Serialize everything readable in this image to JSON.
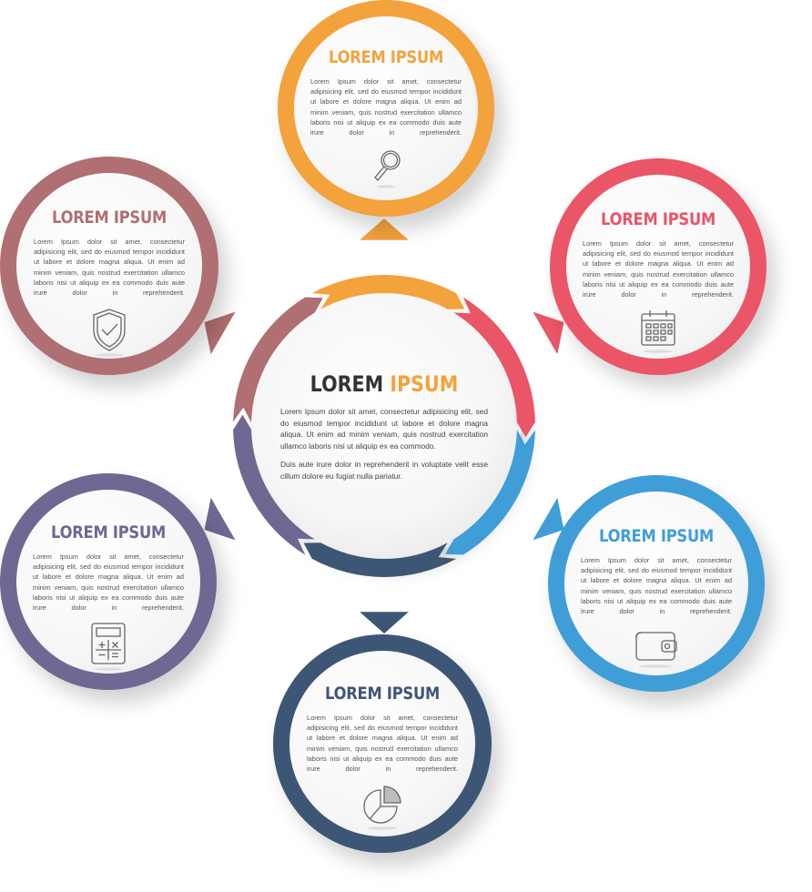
{
  "center": {
    "title_part1": "LOREM",
    "title_part2": "IPSUM",
    "paragraph1": "Lorem Ipsum dolor sit amet, consectetur adipisicing elit, sed do eiusmod tempor incididunt ut labore et dolore magna aliqua. Ut enim ad minim veniam, quis nostrud exercitation ullamco laboris nisi ut aliquip ex ea commodo.",
    "paragraph2": "Duis aute irure dolor in reprehenderit in voluptate velit esse cillum dolore eu fugiat nulla pariatur."
  },
  "nodes": [
    {
      "id": "top",
      "title": "LOREM IPSUM",
      "color": "#f3a23c",
      "icon": "magnifier-icon",
      "text": "Lorem Ipsum dolor sit amet, consectetur adipisicing elit, sed do eiusmod tempor incididunt ut labore et dolore magna aliqua. Ut enim ad minim veniam, quis nostrud exercitation ullamco laboris nisi ut aliquip ex ea commodo duis aute irure dolor in reprehenderit."
    },
    {
      "id": "upper-right",
      "title": "LOREM IPSUM",
      "color": "#ea5567",
      "icon": "calendar-icon",
      "text": "Lorem Ipsum dolor sit amet, consectetur adipisicing elit, sed do eiusmod tempor incididunt ut labore et dolore magna aliqua. Ut enim ad minim veniam, quis nostrud exercitation ullamco laboris nisi ut aliquip ex ea commodo duis aute irure dolor in reprehenderit."
    },
    {
      "id": "lower-right",
      "title": "LOREM IPSUM",
      "color": "#3f9ed8",
      "icon": "wallet-icon",
      "text": "Lorem Ipsum dolor sit amet, consectetur adipisicing elit, sed do eiusmod tempor incididunt ut labore et dolore magna aliqua. Ut enim ad minim veniam, quis nostrud exercitation ullamco laboris nisi ut aliquip ex ea commodo duis aute irure dolor in reprehenderit."
    },
    {
      "id": "bottom",
      "title": "LOREM IPSUM",
      "color": "#3e5676",
      "icon": "pie-chart-icon",
      "text": "Lorem Ipsum dolor sit amet, consectetur adipisicing elit, sed do eiusmod tempor incididunt ut labore et dolore magna aliqua. Ut enim ad minim veniam, quis nostrud exercitation ullamco laboris nisi ut aliquip ex ea commodo duis aute irure dolor in reprehenderit."
    },
    {
      "id": "lower-left",
      "title": "LOREM IPSUM",
      "color": "#6e6892",
      "icon": "calculator-icon",
      "text": "Lorem Ipsum dolor sit amet, consectetur adipisicing elit, sed do eiusmod tempor incididunt ut labore et dolore magna aliqua. Ut enim ad minim veniam, quis nostrud exercitation ullamco laboris nisi ut aliquip ex ea commodo duis aute irure dolor in reprehenderit."
    },
    {
      "id": "upper-left",
      "title": "LOREM IPSUM",
      "color": "#b06f72",
      "icon": "shield-check-icon",
      "text": "Lorem Ipsum dolor sit amet, consectetur adipisicing elit, sed do eiusmod tempor incididunt ut labore et dolore magna aliqua. Ut enim ad minim veniam, quis nostrud exercitation ullamco laboris nisi ut aliquip ex ea commodo duis aute irure dolor in reprehenderit."
    }
  ]
}
